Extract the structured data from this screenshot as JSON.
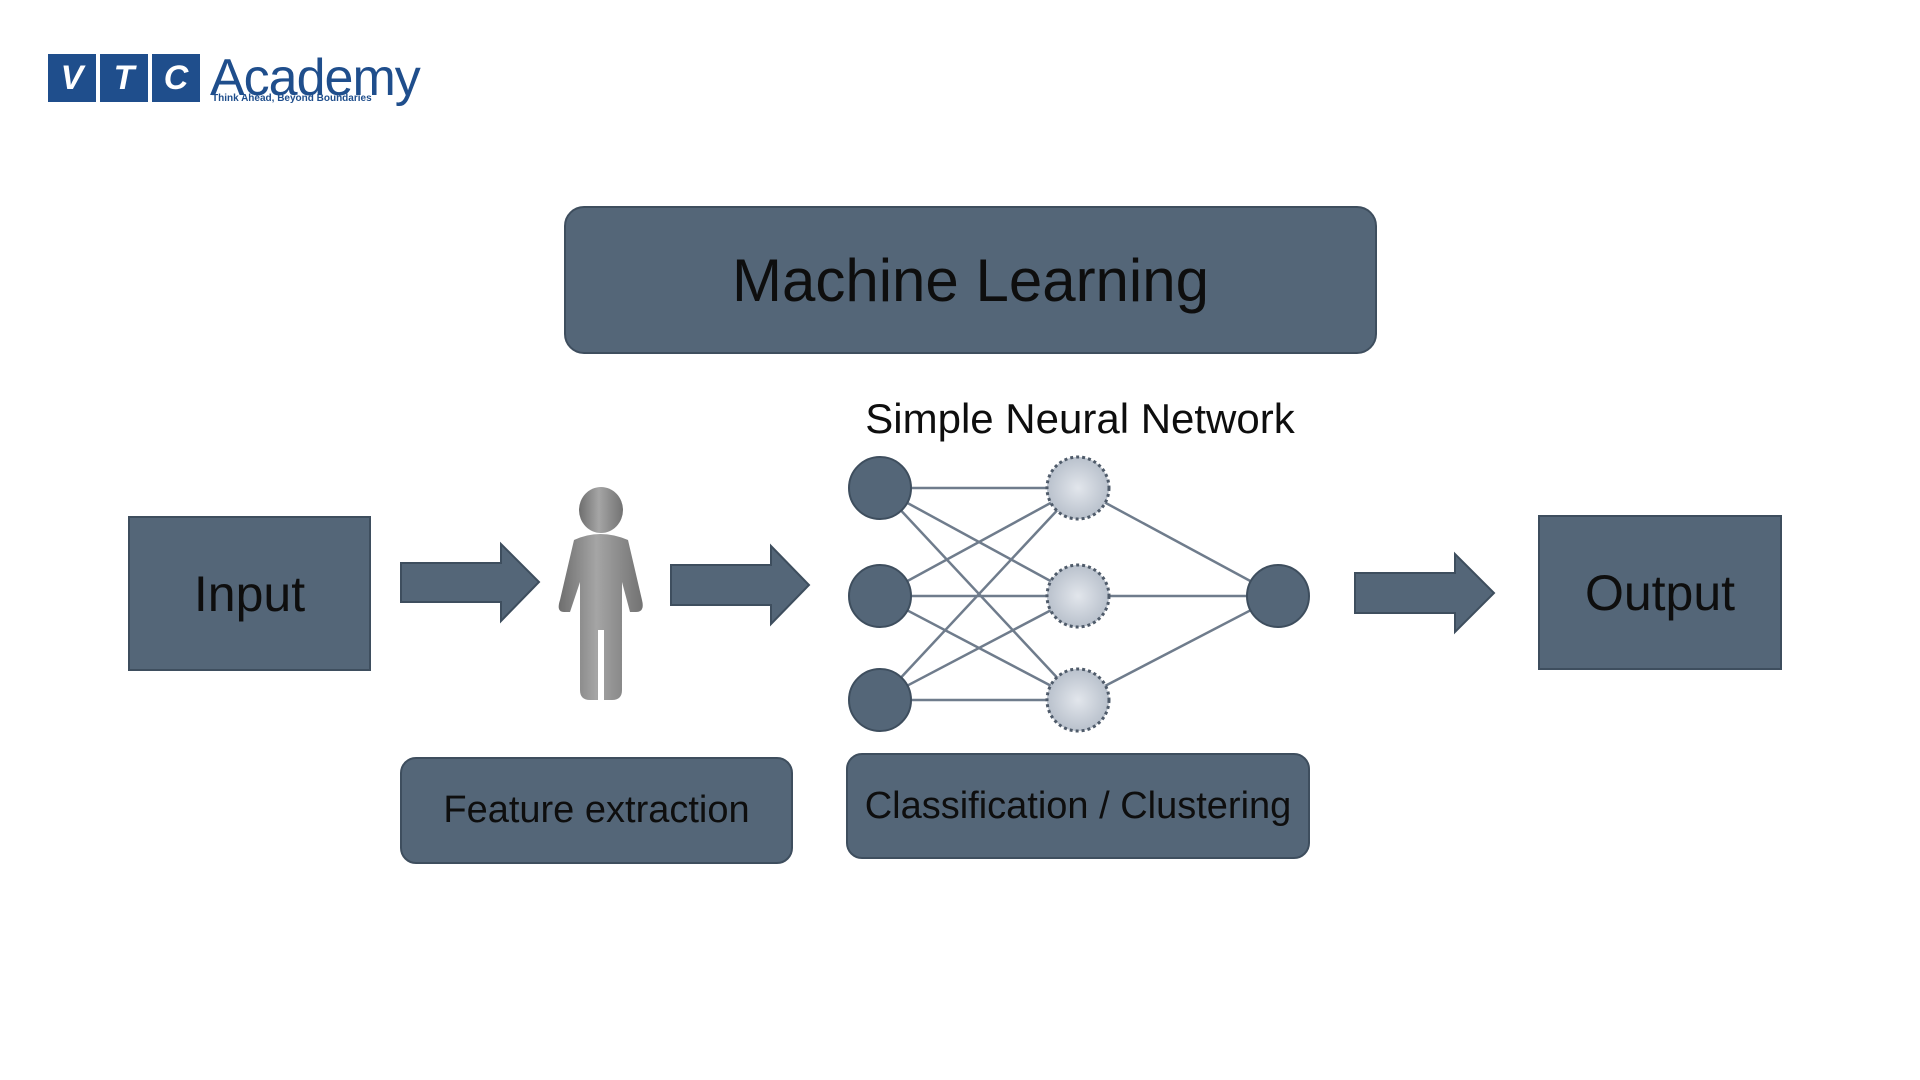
{
  "logo": {
    "blocks": [
      "V",
      "T",
      "C"
    ],
    "word": "Academy",
    "tagline": "Think Ahead, Beyond Boundaries"
  },
  "diagram": {
    "title": "Machine Learning",
    "network_label": "Simple Neural Network",
    "input": "Input",
    "output": "Output",
    "feature_step": "Feature extraction",
    "classification_step": "Classification / Clustering"
  },
  "colors": {
    "box_fill": "#546678",
    "box_border": "#3e4e5e",
    "node_fill": "#546678",
    "hidden_node_fill": "#c9cfd8",
    "logo_blue": "#1f4e8c",
    "person_gray": "#8a8a8a"
  },
  "icons": [
    "right-arrow-icon",
    "person-icon"
  ]
}
